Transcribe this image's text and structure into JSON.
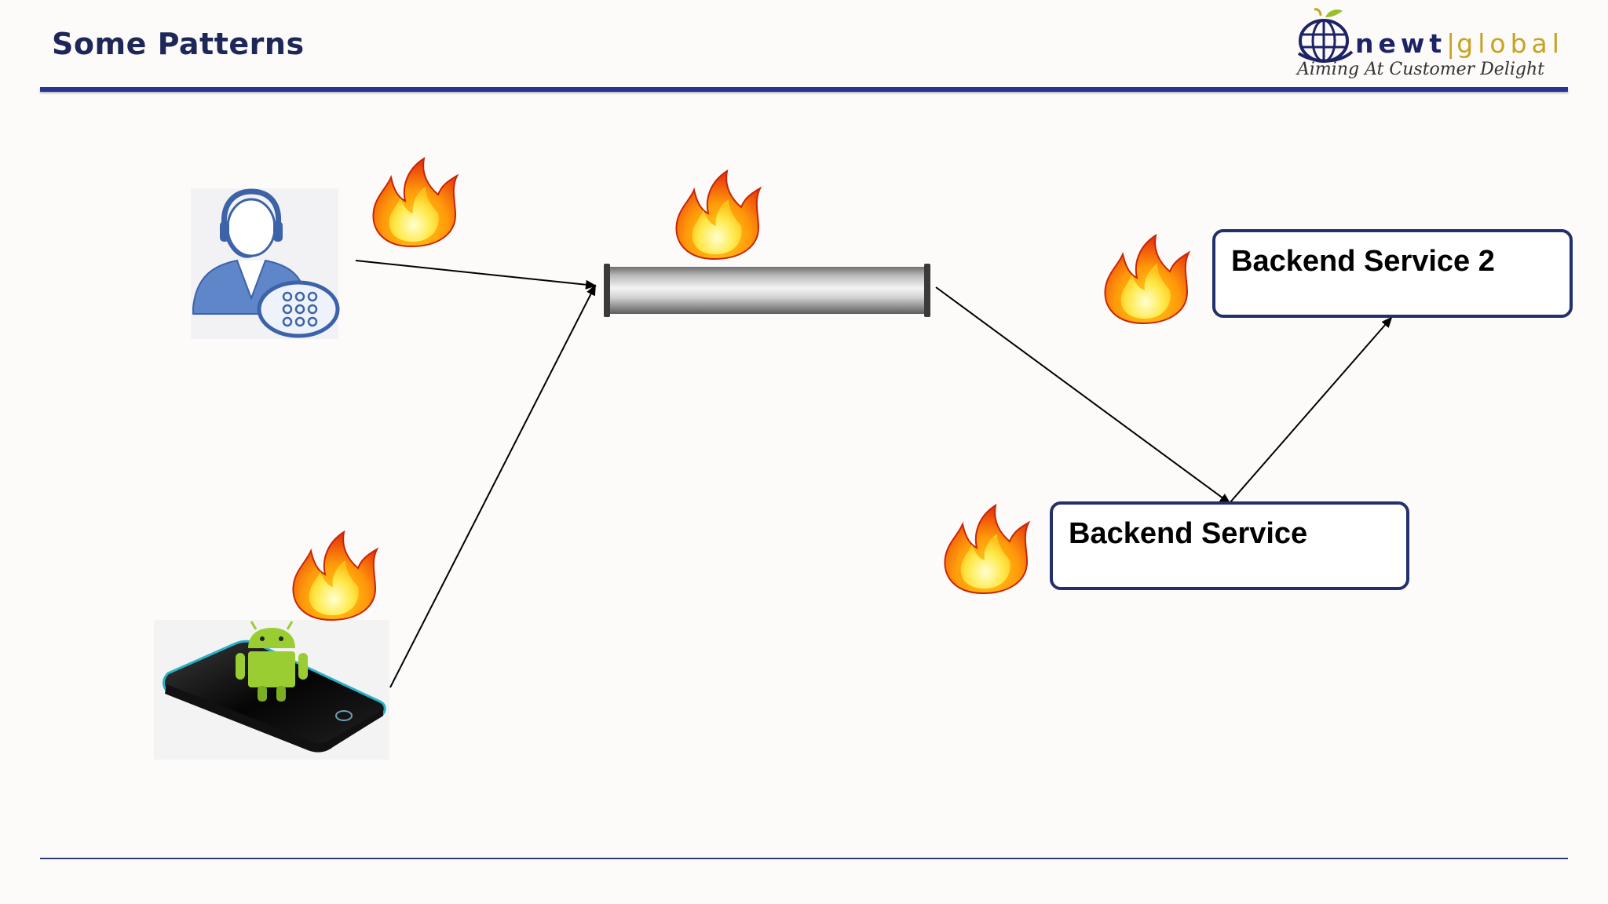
{
  "slide": {
    "title": "Some Patterns"
  },
  "logo": {
    "brand_primary": "newt",
    "brand_separator": "|",
    "brand_secondary": "global",
    "tagline": "Aiming At Customer Delight"
  },
  "nodes": {
    "backend_service_2": "Backend Service 2",
    "backend_service": "Backend Service"
  },
  "icons": {
    "call_center_agent": "call-center-agent-icon",
    "android_phone": "android-phone-icon",
    "message_pipe": "message-pipe-icon",
    "fire": "fire-icon"
  },
  "colors": {
    "title": "#1d2758",
    "header_rule": "#283593",
    "box_border": "#23306b",
    "brand_primary": "#1d2366",
    "brand_secondary": "#c7a21f"
  }
}
